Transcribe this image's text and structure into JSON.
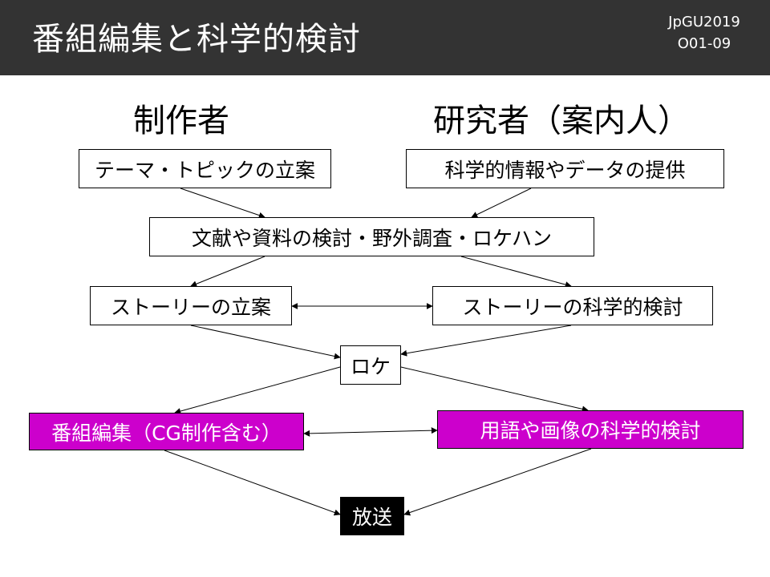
{
  "header": {
    "title": "番組編集と科学的検討",
    "conference": "JpGU2019",
    "session": "O01-09"
  },
  "columns": {
    "left": "制作者",
    "right": "研究者（案内人）"
  },
  "nodes": {
    "theme": "テーマ・トピックの立案",
    "science_info": "科学的情報やデータの提供",
    "research": "文献や資料の検討・野外調査・ロケハン",
    "story_plan": "ストーリーの立案",
    "story_check": "ストーリーの科学的検討",
    "location": "ロケ",
    "editing": "番組編集（CG制作含む）",
    "term_check": "用語や画像の科学的検討",
    "broadcast": "放送"
  },
  "colors": {
    "header_bg": "#333333",
    "highlight": "#cc00cc",
    "final": "#000000"
  }
}
